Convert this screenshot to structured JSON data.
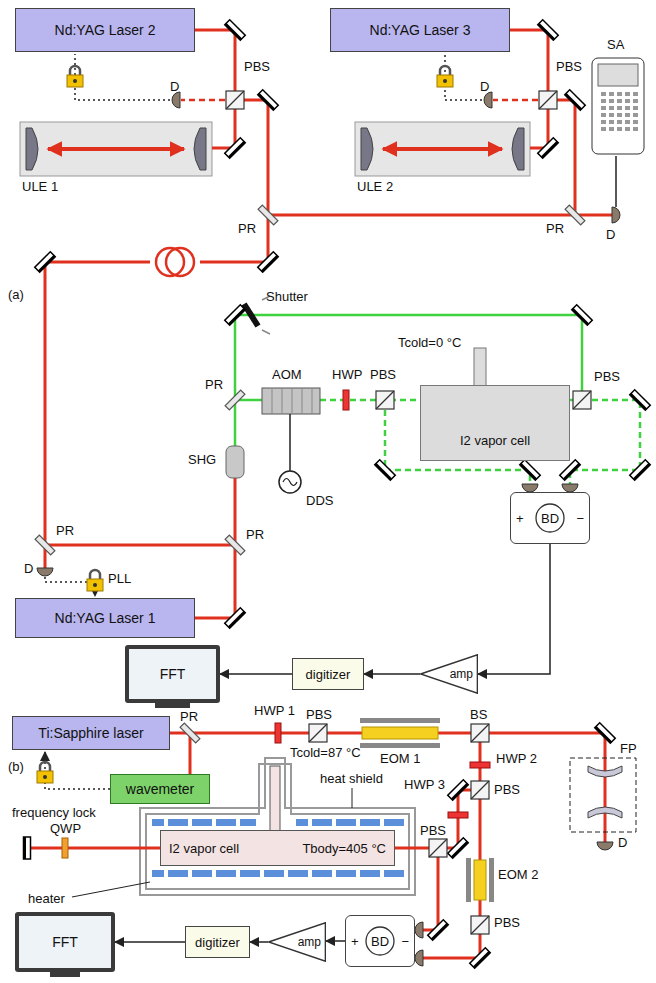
{
  "diagram": {
    "nodes": [
      {
        "text": [
          "Nd:YAG Laser 2"
        ]
      },
      {
        "text": [
          "Nd:YAG Laser 3"
        ]
      },
      {
        "text": [
          "I2 vapor cell"
        ]
      },
      {
        "text": [
          "BD",
          "+",
          "−"
        ]
      },
      {
        "text": [
          "Nd:YAG Laser 1"
        ]
      },
      {
        "text": [
          "FFT"
        ]
      },
      {
        "text": [
          "digitizer"
        ]
      },
      {
        "text": [
          "amp"
        ]
      },
      {
        "text": [
          "Ti:Sapphire laser"
        ]
      },
      {
        "text": [
          "wavemeter"
        ]
      },
      {
        "text": [
          "I2 vapor cell",
          "Tbody=405 °C"
        ]
      },
      {
        "text": [
          "BD",
          "+",
          "−"
        ]
      },
      {
        "text": [
          "amp"
        ]
      },
      {
        "text": [
          "digitizer"
        ]
      },
      {
        "text": [
          "FFT"
        ]
      }
    ],
    "edges": [
      {
        "from": 3,
        "to": 7,
        "arrow": "to"
      },
      {
        "from": 7,
        "to": 6,
        "arrow": "to"
      },
      {
        "from": 6,
        "to": 5,
        "arrow": "to"
      },
      {
        "from": 11,
        "to": 12,
        "arrow": "to"
      },
      {
        "from": 12,
        "to": 13,
        "arrow": "to"
      },
      {
        "from": 13,
        "to": 14,
        "arrow": "to"
      }
    ],
    "labels": [
      "D",
      "PBS",
      "ULE 1",
      "D",
      "PBS",
      "ULE 2",
      "SA",
      "PR",
      "PR",
      "D",
      "(a)",
      "Shutter",
      "PR",
      "AOM",
      "HWP",
      "PBS",
      "Tcold=0 °C",
      "PBS",
      "SHG",
      "DDS",
      "PR",
      "PR",
      "D",
      "PLL",
      "(b)",
      "PR",
      "HWP 1",
      "PBS",
      "EOM 1",
      "BS",
      "FP",
      "D",
      "HWP 2",
      "PBS",
      "Tcold=87 °C",
      "heat shield",
      "frequency lock",
      "HWP 3",
      "PBS",
      "QWP",
      "heater",
      "EOM 2",
      "PBS"
    ]
  }
}
